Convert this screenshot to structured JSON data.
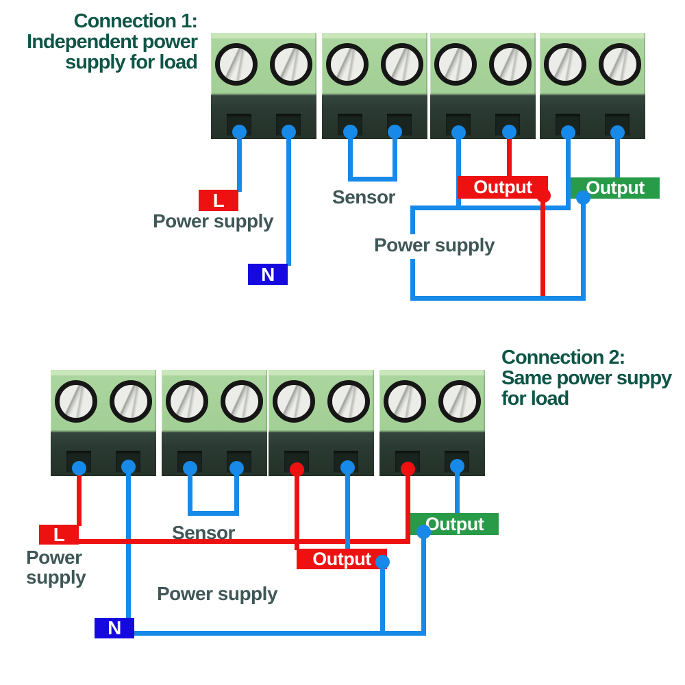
{
  "background_color": "#ffffff",
  "colors": {
    "wire_blue": "#1789e8",
    "wire_red": "#ee1111",
    "label_red_bg": "#ee1111",
    "label_green_bg": "#289b48",
    "label_blue_bg": "#1609e0",
    "title_text": "#0f5547",
    "body_text": "#3f5756",
    "terminal_light_green": "#a8d39c",
    "terminal_dark_green": "#2a3a32",
    "screw_face": "#ecede9",
    "label_text": "#ffffff"
  },
  "section1": {
    "title_lines": [
      "Connection 1:",
      "Independent power",
      "supply for load"
    ],
    "live_label": "L",
    "neutral_label": "N",
    "power_supply_label": "Power supply",
    "sensor_label": "Sensor",
    "output_red_label": "Output",
    "output_green_label": "Output",
    "load_power_supply_label": "Power supply"
  },
  "section2": {
    "title_lines": [
      "Connection 2:",
      "Same power suppy",
      "for load"
    ],
    "live_label": "L",
    "neutral_label": "N",
    "power_supply_label": "Power supply",
    "sensor_label": "Sensor",
    "output_red_label": "Output",
    "output_green_label": "Output",
    "shared_power_supply_label": "Power supply"
  }
}
